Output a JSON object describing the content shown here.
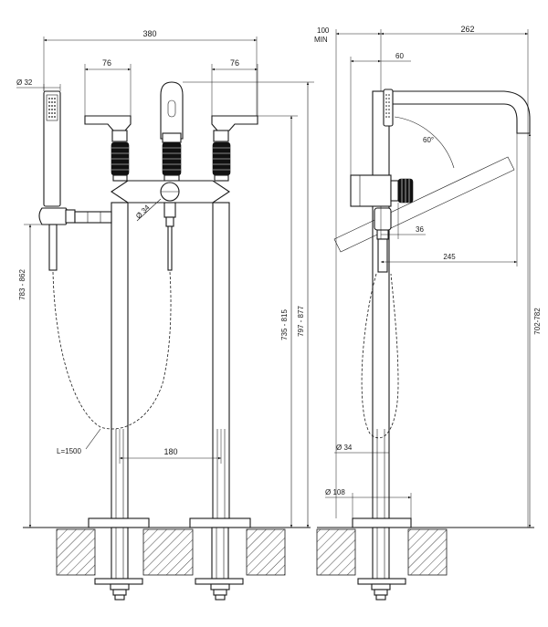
{
  "front_view": {
    "overall_width": "380",
    "handle_width_left": "76",
    "handle_width_right": "76",
    "hand_shower_diameter": "Ø 32",
    "body_diameter": "Ø 34",
    "leg_spacing": "180",
    "hose_length": "L=1500",
    "handshower_holder_height": "783 - 862",
    "spout_height": "735 - 815",
    "overall_height": "797 - 877"
  },
  "side_view": {
    "min_clearance": "100",
    "min_label": "MIN",
    "spout_reach": "262",
    "spout_offset": "60",
    "swivel_angle": "60°",
    "control_depth": "36",
    "spout_projection": "245",
    "pipe_diameter": "Ø 34",
    "base_diameter": "Ø 108",
    "outlet_height": "702-782"
  }
}
